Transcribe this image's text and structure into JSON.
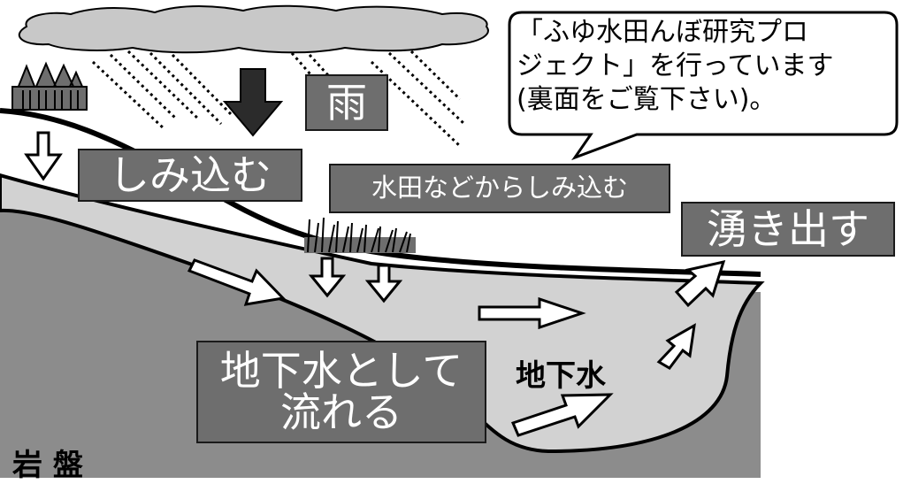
{
  "callout": {
    "line1": "「ふゆ水田んぼ研究プロ",
    "line2": "ジェクト」を行っています",
    "line3": "(裏面をご覧下さい)。"
  },
  "labels": {
    "rain": "雨",
    "seep": "しみ込む",
    "paddy_seep": "水田などからしみ込む",
    "spring": "湧き出す",
    "flow_line1": "地下水として",
    "flow_line2": "流れる",
    "groundwater": "地下水",
    "bedrock": "岩 盤"
  },
  "colors": {
    "label_fill": "#6e6e6e",
    "bedrock": "#8c8c8c",
    "aquifer": "#d2d2d2",
    "cloud": "#c8c8c8"
  }
}
